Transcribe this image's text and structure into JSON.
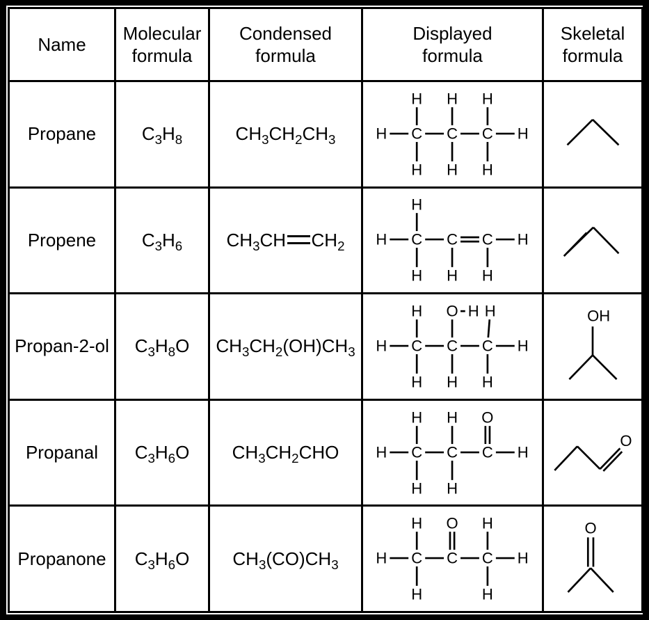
{
  "page": {
    "background": "#000000",
    "paper": "#ffffff",
    "ink": "#000000"
  },
  "table": {
    "headers": [
      "Name",
      "Molecular formula",
      "Condensed formula",
      "Displayed formula",
      "Skeletal formula"
    ],
    "rows": [
      {
        "name": "Propane",
        "molecular": "C_3H_8",
        "condensed": "CH_3CH_2CH_3",
        "displayed": {
          "atoms": [
            [
              "H",
              22,
              73
            ],
            [
              "C",
              75,
              73
            ],
            [
              "C",
              128,
              73
            ],
            [
              "C",
              181,
              73
            ],
            [
              "H",
              234,
              73
            ],
            [
              "H",
              75,
              21
            ],
            [
              "H",
              128,
              21
            ],
            [
              "H",
              181,
              21
            ],
            [
              "H",
              75,
              127
            ],
            [
              "H",
              128,
              127
            ],
            [
              "H",
              181,
              127
            ]
          ],
          "bonds": [
            [
              0,
              1,
              1
            ],
            [
              1,
              2,
              1
            ],
            [
              2,
              3,
              1
            ],
            [
              3,
              4,
              1
            ],
            [
              5,
              1,
              1
            ],
            [
              6,
              2,
              1
            ],
            [
              7,
              3,
              1
            ],
            [
              8,
              1,
              1
            ],
            [
              9,
              2,
              1
            ],
            [
              10,
              3,
              1
            ]
          ]
        },
        "skeletal": {
          "lines": [
            [
              33,
              90,
              71,
              52
            ],
            [
              71,
              52,
              110,
              90
            ]
          ],
          "labels": []
        }
      },
      {
        "name": "Propene",
        "molecular": "C_3H_6",
        "condensed": "CH_3CH=CH_2",
        "displayed": {
          "atoms": [
            [
              "H",
              22,
              73
            ],
            [
              "C",
              75,
              73
            ],
            [
              "C",
              128,
              73
            ],
            [
              "C",
              181,
              73
            ],
            [
              "H",
              234,
              73
            ],
            [
              "H",
              75,
              21
            ],
            [
              "H",
              75,
              127
            ],
            [
              "H",
              128,
              127
            ],
            [
              "H",
              181,
              127
            ]
          ],
          "bonds": [
            [
              0,
              1,
              1
            ],
            [
              1,
              2,
              1
            ],
            [
              2,
              3,
              2
            ],
            [
              3,
              4,
              1
            ],
            [
              5,
              1,
              1
            ],
            [
              6,
              1,
              1
            ],
            [
              7,
              2,
              1
            ],
            [
              8,
              3,
              1
            ]
          ]
        },
        "skeletal": {
          "lines": [
            [
              33,
              93,
              72,
              55
            ],
            [
              72,
              55,
              110,
              94
            ],
            [
              28,
              98,
              62,
              63
            ]
          ],
          "labels": []
        }
      },
      {
        "name": "Propan-2-ol",
        "molecular": "C_3H_8O",
        "condensed": "CH_3CH_2(OH)CH_3",
        "displayed": {
          "atoms": [
            [
              "H",
              22,
              73
            ],
            [
              "C",
              75,
              73
            ],
            [
              "C",
              128,
              73
            ],
            [
              "C",
              181,
              73
            ],
            [
              "H",
              234,
              73
            ],
            [
              "H",
              75,
              21
            ],
            [
              "O",
              128,
              21
            ],
            [
              "H",
              160,
              21
            ],
            [
              "H",
              185,
              21
            ],
            [
              "H",
              75,
              127
            ],
            [
              "H",
              128,
              127
            ],
            [
              "H",
              181,
              127
            ]
          ],
          "bonds": [
            [
              0,
              1,
              1
            ],
            [
              1,
              2,
              1
            ],
            [
              2,
              3,
              1
            ],
            [
              3,
              4,
              1
            ],
            [
              5,
              1,
              1
            ],
            [
              6,
              2,
              1
            ],
            [
              6,
              7,
              1
            ],
            [
              8,
              3,
              1
            ],
            [
              9,
              1,
              1
            ],
            [
              10,
              2,
              1
            ],
            [
              11,
              3,
              1
            ]
          ]
        },
        "skeletal": {
          "lines": [
            [
              71,
              44,
              71,
              87
            ],
            [
              71,
              87,
              36,
              123
            ],
            [
              71,
              87,
              107,
              123
            ]
          ],
          "labels": [
            [
              "OH",
              80,
              28
            ]
          ]
        }
      },
      {
        "name": "Propanal",
        "molecular": "C_3H_6O",
        "condensed": "CH_3CH_2CHO",
        "displayed": {
          "atoms": [
            [
              "H",
              22,
              73
            ],
            [
              "C",
              75,
              73
            ],
            [
              "C",
              128,
              73
            ],
            [
              "C",
              181,
              73
            ],
            [
              "H",
              234,
              73
            ],
            [
              "H",
              75,
              21
            ],
            [
              "H",
              128,
              21
            ],
            [
              "O",
              181,
              21
            ],
            [
              "H",
              75,
              127
            ],
            [
              "H",
              128,
              127
            ]
          ],
          "bonds": [
            [
              0,
              1,
              1
            ],
            [
              1,
              2,
              1
            ],
            [
              2,
              3,
              1
            ],
            [
              3,
              4,
              1
            ],
            [
              5,
              1,
              1
            ],
            [
              6,
              2,
              1
            ],
            [
              7,
              3,
              2
            ],
            [
              8,
              1,
              1
            ],
            [
              9,
              2,
              1
            ]
          ]
        },
        "skeletal": {
          "lines": [
            [
              14,
              100,
              48,
              64
            ],
            [
              48,
              64,
              82,
              98
            ],
            [
              82,
              98,
              112,
              67
            ],
            [
              87,
              101,
              115,
              72
            ]
          ],
          "labels": [
            [
              "O",
              121,
              56
            ]
          ]
        }
      },
      {
        "name": "Propanone",
        "molecular": "C_3H_6O",
        "condensed": "CH_3(CO)CH_3",
        "displayed": {
          "atoms": [
            [
              "H",
              22,
              73
            ],
            [
              "C",
              75,
              73
            ],
            [
              "C",
              128,
              73
            ],
            [
              "C",
              181,
              73
            ],
            [
              "H",
              234,
              73
            ],
            [
              "H",
              75,
              21
            ],
            [
              "O",
              128,
              21
            ],
            [
              "H",
              181,
              21
            ],
            [
              "H",
              75,
              127
            ],
            [
              "H",
              181,
              127
            ]
          ],
          "bonds": [
            [
              0,
              1,
              1
            ],
            [
              1,
              2,
              1
            ],
            [
              2,
              3,
              1
            ],
            [
              3,
              4,
              1
            ],
            [
              5,
              1,
              1
            ],
            [
              6,
              2,
              2
            ],
            [
              7,
              3,
              1
            ],
            [
              8,
              1,
              1
            ],
            [
              9,
              3,
              1
            ]
          ]
        },
        "skeletal": {
          "lines": [
            [
              64,
              42,
              64,
              86
            ],
            [
              72,
              42,
              72,
              86
            ],
            [
              68,
              88,
              34,
              124
            ],
            [
              68,
              88,
              102,
              124
            ]
          ],
          "labels": [
            [
              "O",
              68,
              28
            ]
          ]
        }
      }
    ]
  }
}
